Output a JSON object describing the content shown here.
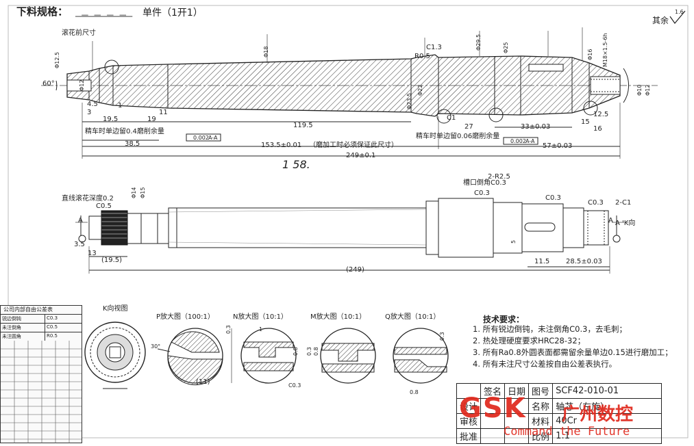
{
  "header": {
    "blank_spec_label": "下料规格：",
    "blank_spec_value": "单件（1开1）",
    "roughness_other": "其余",
    "roughness_value": "1.6"
  },
  "main_view": {
    "labels": {
      "knurl_outer_dia": "滚花前尺寸",
      "rough_turning_note": "精车时单边留0.4磨削余量",
      "finish_turning_note": "精车时单边留0.06磨削余量",
      "grinding_note": "（磨加工时必须保证此尺寸）",
      "ref_label": "1 58."
    },
    "dims": [
      "19.5",
      "19",
      "11",
      "1",
      "4.5",
      "3",
      "119.5",
      "38.5",
      "153.5±0.01",
      "249±0.1",
      "57±0.03",
      "33±0.03",
      "27",
      "12.5",
      "15",
      "16",
      "R0.5",
      "C1.3",
      "C1",
      "A-A",
      "0.002",
      "60°",
      "Φ12.5",
      "Φ12",
      "Φ18",
      "Φ23.5",
      "Φ22",
      "Φ29.5",
      "Φ25",
      "Φ16",
      "M18×1.5-6h",
      "Φ10",
      "Φ12"
    ]
  },
  "second_view": {
    "knurl_note": "直线滚花深度0.2",
    "chamfer_labels": [
      "C0.5",
      "C0.3",
      "C0.3",
      "C0.3",
      "2-C1"
    ],
    "groove_note": "槽口倒角C0.3",
    "r_note": "2-R2.5",
    "view_label": "A 'K向",
    "dims": [
      "3.5",
      "13",
      "(19.5)",
      "(249)",
      "11.5",
      "28.5±0.03",
      "5",
      "Φ14",
      "Φ15",
      "A",
      "A"
    ]
  },
  "detail_views": [
    {
      "title": "K向视图"
    },
    {
      "title": "P放大图（100:1）",
      "dims": [
        "(11)",
        "30°"
      ]
    },
    {
      "title": "N放大图（10:1）",
      "dims": [
        "0.3",
        "0.8",
        "1"
      ]
    },
    {
      "title": "M放大图（10:1）",
      "dims": [
        "0.3",
        "0.8",
        "C0.3"
      ]
    },
    {
      "title": "Q放大图（10:1）",
      "dims": [
        "0.3",
        "0.8"
      ]
    }
  ],
  "tolerance_table": {
    "title": "公司内部自由公差表",
    "rows": [
      [
        "锐边倒钝",
        "C0.3"
      ],
      [
        "未注倒角",
        "C0.5"
      ],
      [
        "未注圆角",
        "R0.5"
      ]
    ]
  },
  "tech_requirements": {
    "title": "技术要求：",
    "items": [
      "1. 所有锐边倒钝，未注倒角C0.3，去毛刺；",
      "2. 热处理硬度要求HRC28-32；",
      "3. 所有Ra0.8外圆表面都需留余量单边0.15进行磨加工；",
      "4. 所有未注尺寸公差按自由公差表执行。"
    ]
  },
  "title_block": {
    "sign_label": "签名",
    "date_label": "日期",
    "drawing_no_label": "图号",
    "drawing_no": "SCF42-010-01",
    "design_label": "设计",
    "name_label": "名称",
    "name": "轴芯（左旋）",
    "review_label": "审核",
    "material_label": "材料",
    "material": "40Cr",
    "approve_label": "批准",
    "scale_label": "比例",
    "scale": "1:1"
  },
  "watermark": {
    "logo": "GSK",
    "brand": "广州数控",
    "slogan": "Command the Future"
  },
  "colors": {
    "ink": "#222222",
    "logo_red": "#e0281c"
  }
}
